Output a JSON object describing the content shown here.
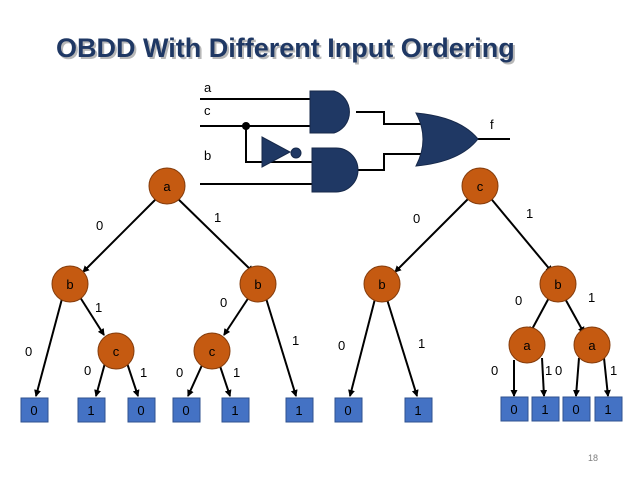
{
  "title": "OBDD With Different Input Ordering",
  "circuit": {
    "in_a": "a",
    "in_c": "c",
    "in_b": "b",
    "out_f": "f"
  },
  "tree1": {
    "root": "a",
    "b_left": "b",
    "b_right": "b",
    "c_left": "c",
    "c_right": "c",
    "e_a0": "0",
    "e_a1": "1",
    "e_bl0": "0",
    "e_bl1": "1",
    "e_br0": "0",
    "e_br1": "1",
    "e_cl0": "0",
    "e_cl1": "1",
    "e_cr0": "0",
    "e_cr1": "1",
    "leaves": [
      "0",
      "1",
      "0",
      "0",
      "1",
      "1"
    ]
  },
  "tree2": {
    "root": "c",
    "b_left": "b",
    "b_right": "b",
    "a_left": "a",
    "a_right": "a",
    "e_c0": "0",
    "e_c1": "1",
    "e_bl0": "0",
    "e_bl1": "1",
    "e_br0": "0",
    "e_br1": "1",
    "e_al0": "0",
    "e_al1": "1",
    "e_ar0": "0",
    "e_ar1": "1",
    "leaves": [
      "0",
      "1",
      "0",
      "1",
      "0",
      "1"
    ]
  },
  "page_number": "18"
}
